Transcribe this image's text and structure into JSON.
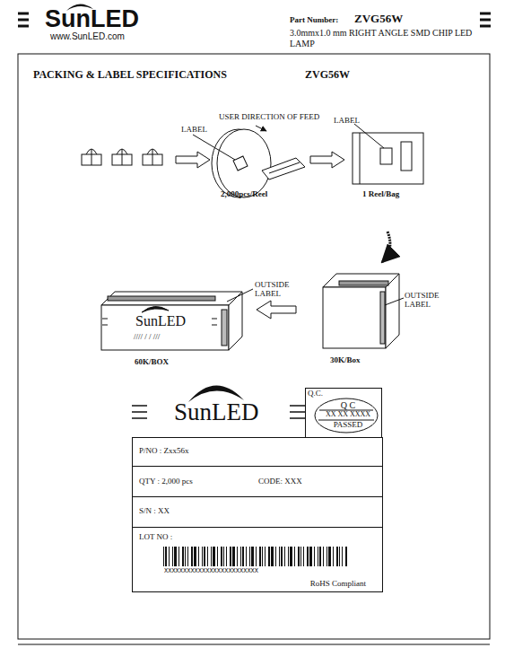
{
  "diagram": {
    "nodes": [
      {
        "text": [
          "Q.C."
        ]
      },
      {
        "text": [
          "Q C",
          "XX  XX  XXXX",
          "PASSED"
        ],
        "in": 0
      },
      {
        "text": [
          "P/NO : Zxx56x"
        ]
      },
      {
        "text": [
          "QTY : 2,000 pcs",
          "CODE: XXX"
        ]
      },
      {
        "text": [
          "S/N : XX"
        ]
      },
      {
        "text": [
          "LOT NO :",
          "XXXXXXXXXXXXXXXXXXXXXXXXX",
          "RoHS Compliant"
        ]
      }
    ],
    "edges": [],
    "labels": [
      "SunLED",
      "www.SunLED.com",
      "Part Number:",
      "ZVG56W",
      "3.0mmx1.0 mm RIGHT ANGLE SMD CHIP LED LAMP",
      "PACKING & LABEL SPECIFICATIONS",
      "ZVG56W",
      "LABEL",
      "USER DIRECTION OF FEED",
      "LABEL",
      "2,000pcs/Reel",
      "1 Reel/Bag",
      "OUTSIDE LABEL",
      "30K/Box",
      "OUTSIDE LABEL",
      "SunLED",
      "//// / /  ///",
      "60K/BOX",
      "SunLED"
    ]
  }
}
